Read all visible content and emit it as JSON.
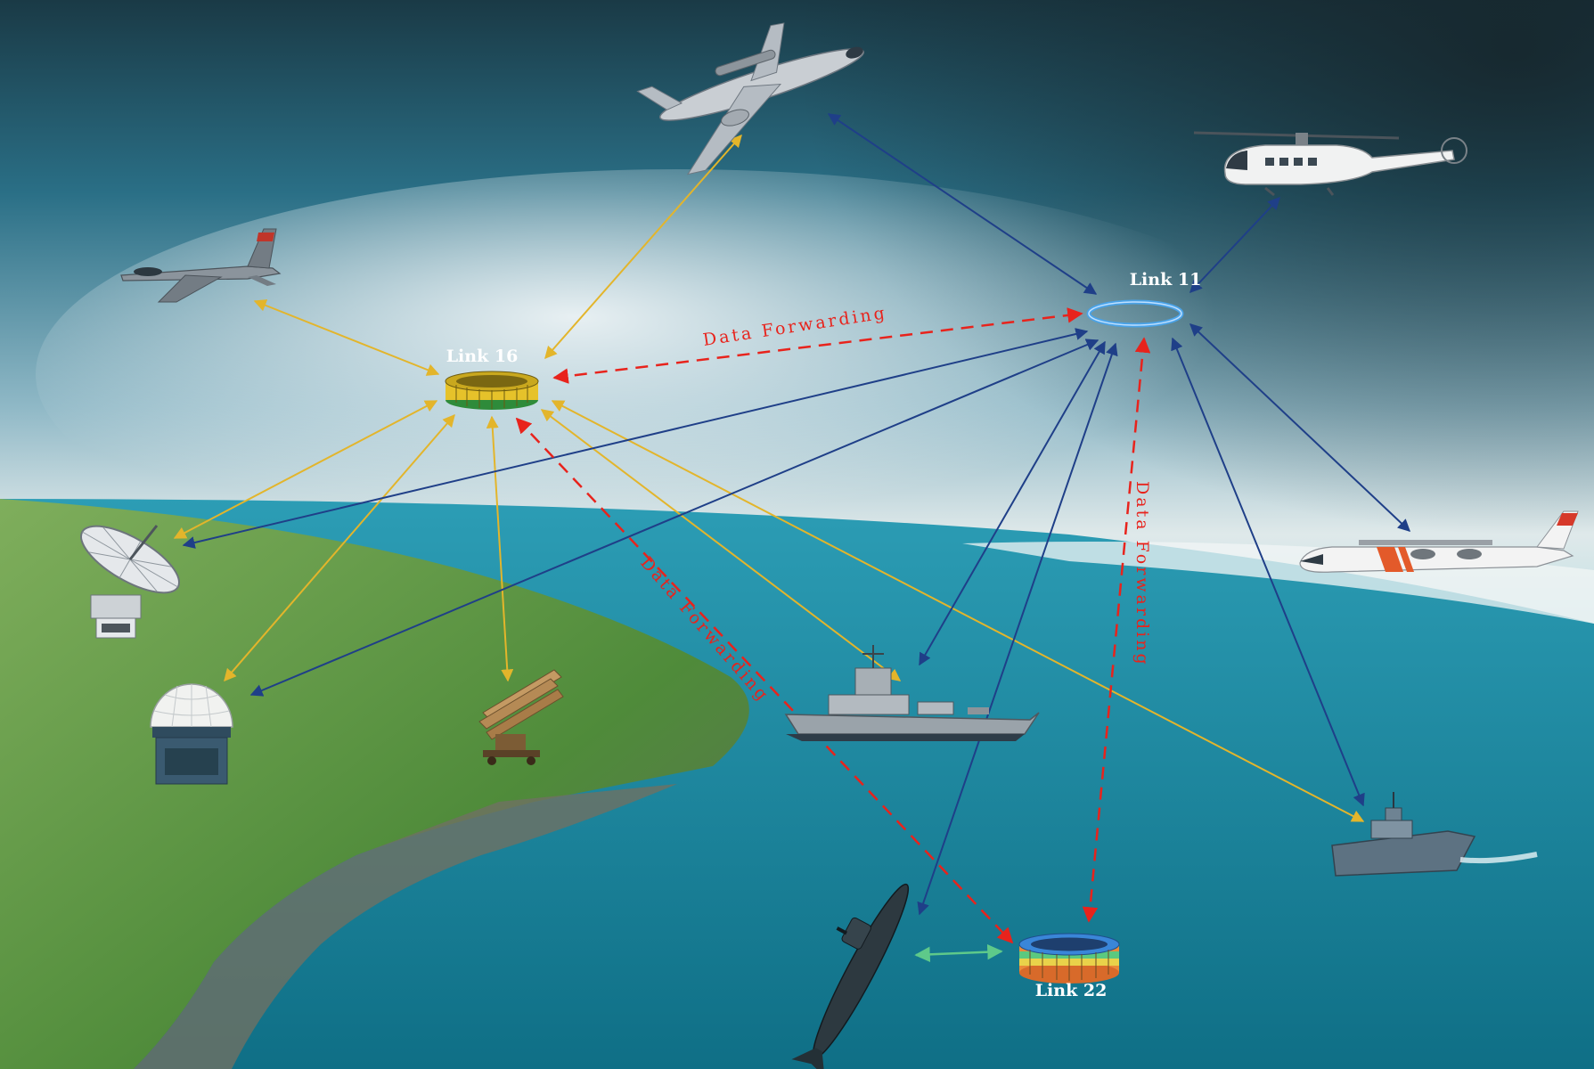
{
  "colors": {
    "link16_arrow": "#e3b52b",
    "link11_arrow": "#1f3f88",
    "link22_arrow": "#5ec98a",
    "forwarding": "#e8231c",
    "label_text": "#ffffff"
  },
  "hubs": {
    "link16": {
      "label": "Link 16"
    },
    "link11": {
      "label": "Link 11"
    },
    "link22": {
      "label": "Link 22"
    }
  },
  "forwarding_labels": {
    "l16_l11": "Data Forwarding",
    "l16_l22": "Data Forwarding",
    "l11_l22": "Data Forwarding"
  },
  "platforms": {
    "awacs": "awacs-aircraft-icon",
    "helicopter": "helicopter-icon",
    "fighter": "fighter-jet-icon",
    "patrol_plane": "patrol-aircraft-icon",
    "satellite_dish": "satellite-dish-icon",
    "radar_dome": "radar-dome-icon",
    "missile_launcher": "missile-launcher-icon",
    "destroyer": "destroyer-ship-icon",
    "patrol_boat": "patrol-boat-icon",
    "submarine": "submarine-icon"
  }
}
